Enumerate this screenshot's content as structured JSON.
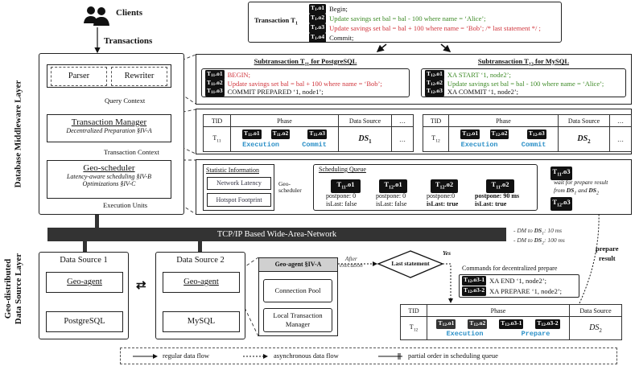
{
  "clients": {
    "label": "Clients",
    "icon": "users-icon"
  },
  "transactions_label": "Transactions",
  "middleware": {
    "layer_label": "Database Middleware Layer",
    "parser": "Parser",
    "rewriter": "Rewriter",
    "query_context": "Query Context",
    "tm": {
      "title": "Transaction Manager",
      "subtitle": "Decentralized Preparation §IV-A"
    },
    "transaction_context": "Transaction Context",
    "gs": {
      "title": "Geo-scheduler",
      "line1": "Latency-aware scheduling §IV-B",
      "line2": "Optimizations §IV-C"
    },
    "execution_units": "Execution Units"
  },
  "transaction_t1": {
    "label": "Transaction T",
    "label_sub": "1",
    "ops": [
      {
        "sub": "1",
        "op": ".o1",
        "text": "Begin;",
        "color": "black"
      },
      {
        "sub": "1",
        "op": ".o2",
        "text": "Update savings set bal = bal - 100 where name = ‘Alice’;",
        "color": "green"
      },
      {
        "sub": "1",
        "op": ".o3",
        "text": "Update savings set bal = bal + 100 where name = ‘Bob’; /* last statement */ ;",
        "color": "red"
      },
      {
        "sub": "1",
        "op": ".o4",
        "text": "Commit;",
        "color": "black"
      }
    ]
  },
  "subtransactions": [
    {
      "title_pre": "Subtransaction T",
      "sub": "11",
      "title_post": " for PostgreSQL",
      "ops": [
        {
          "sub": "11",
          "op": ".o1",
          "text": "BEGIN;",
          "color": "red"
        },
        {
          "sub": "11",
          "op": ".o2",
          "text": "Update savings set bal = bal + 100 where name = ‘Bob’;",
          "color": "red"
        },
        {
          "sub": "11",
          "op": ".o3",
          "text": "COMMIT PREPARED ‘1, node1’;",
          "color": "black"
        }
      ]
    },
    {
      "title_pre": "Subtransaction T",
      "sub": "12",
      "title_post": "  for MySQL",
      "ops": [
        {
          "sub": "12",
          "op": ".o1",
          "text": "XA START ‘1, node2’;",
          "color": "green"
        },
        {
          "sub": "12",
          "op": ".o2",
          "text": "Update savings set bal = bal - 100 where name = ‘Alice’;",
          "color": "green"
        },
        {
          "sub": "12",
          "op": ".o3",
          "text": "XA COMMIT ‘1, node2’;",
          "color": "black"
        }
      ]
    }
  ],
  "tm_tables": [
    {
      "headers": [
        "TID",
        "Phase",
        "Data Source",
        "…"
      ],
      "tid": "T",
      "tid_sub": "11",
      "badges": [
        {
          "sub": "11",
          "op": ".o1"
        },
        {
          "sub": "11",
          "op": ".o2"
        },
        {
          "sub": "11",
          "op": ".o3"
        }
      ],
      "phases": [
        "Execution",
        "Commit"
      ],
      "ds": "DS",
      "ds_sub": "1",
      "more": "…"
    },
    {
      "headers": [
        "TID",
        "Phase",
        "Data Source",
        "…"
      ],
      "tid": "T",
      "tid_sub": "12",
      "badges": [
        {
          "sub": "12",
          "op": ".o1"
        },
        {
          "sub": "12",
          "op": ".o2"
        },
        {
          "sub": "12",
          "op": ".o3"
        }
      ],
      "phases": [
        "Execution",
        "Commit"
      ],
      "ds": "DS",
      "ds_sub": "2",
      "more": "…"
    }
  ],
  "scheduler": {
    "stat_title": "Statistic Information",
    "stat_items": [
      "Network Latency",
      "Hotspot Footprint"
    ],
    "geo_label_1": "Geo-",
    "geo_label_2": "scheduler",
    "queue_title": "Scheduling Queue",
    "nodes": [
      {
        "sub": "11",
        "op": ".o1",
        "postpone": "postpone: 0",
        "islast": "isLast: false",
        "bold": false
      },
      {
        "sub": "12",
        "op": ".o1",
        "postpone": "postpone: 0",
        "islast": "isLast: false",
        "bold": false
      },
      {
        "sub": "12",
        "op": ".o2",
        "postpone": "postpone:0",
        "islast": "isLast: true",
        "bold": false,
        "islast_bold": true
      },
      {
        "sub": "11",
        "op": ".o2",
        "postpone": "postpone: 90 ms",
        "islast": "isLast: true",
        "bold": true,
        "islast_bold": true
      }
    ],
    "final_nodes": [
      {
        "sub": "11",
        "op": ".o3"
      },
      {
        "sub": "12",
        "op": ".o3"
      }
    ],
    "wait_text_1": "wait for prepare result",
    "wait_text_2a": "from ",
    "ds1": "DS",
    "ds1_sub": "1",
    "wait_and": " and ",
    "ds2": "DS",
    "ds2_sub": "2"
  },
  "network": {
    "label": "TCP/IP Based Wide-Area-Network",
    "notes": [
      {
        "pre": "- DM to ",
        "ds": "DS",
        "sub": "1",
        "post": ": 10 ms"
      },
      {
        "pre": "- DM to ",
        "ds": "DS",
        "sub": "2",
        "post": ": 100 ms"
      }
    ]
  },
  "data_source_layer_label_1": "Geo-distributed",
  "data_source_layer_label_2": "Data Source Layer",
  "data_sources": [
    {
      "title": "Data Source 1",
      "agent": "Geo-agent",
      "db": "PostgreSQL"
    },
    {
      "title": "Data Source 2",
      "agent": "Geo-agent",
      "db": "MySQL"
    }
  ],
  "geo_agent": {
    "title": "Geo-agent §IV-A",
    "items": [
      "Connection Pool",
      "Local Transaction Manager"
    ]
  },
  "decision": {
    "after_1": "After",
    "after_2": "execution",
    "diamond": "Last statement",
    "yes": "Yes"
  },
  "commands": {
    "title": "Commands for decentralized  prepare",
    "items": [
      {
        "sub": "12",
        "op": ".o3-1",
        "text": "XA END ‘1, node2’;"
      },
      {
        "sub": "12",
        "op": ".o3-2",
        "text": "XA PREPARE ‘1, node2’;"
      }
    ]
  },
  "prepare_table": {
    "headers": [
      "TID",
      "Phase",
      "Data Source"
    ],
    "tid": "T",
    "tid_sub": "12",
    "badges": [
      {
        "sub": "12",
        "op": ".o1"
      },
      {
        "sub": "12",
        "op": ".o2"
      },
      {
        "sub": "12",
        "op": ".o3-1"
      },
      {
        "sub": "12",
        "op": ".o3-2"
      }
    ],
    "phases": [
      "Execution",
      "Prepare"
    ],
    "ds": "DS",
    "ds_sub": "2"
  },
  "prepare_result_1": "prepare",
  "prepare_result_2": "result",
  "legend": [
    "regular data flow",
    "asynchronous data flow",
    "partial order in scheduling queue"
  ],
  "colors": {
    "green": "#3d8a26",
    "red": "#d0343b",
    "phase_blue": "#2a8fc7",
    "network_bar": "#333333"
  }
}
